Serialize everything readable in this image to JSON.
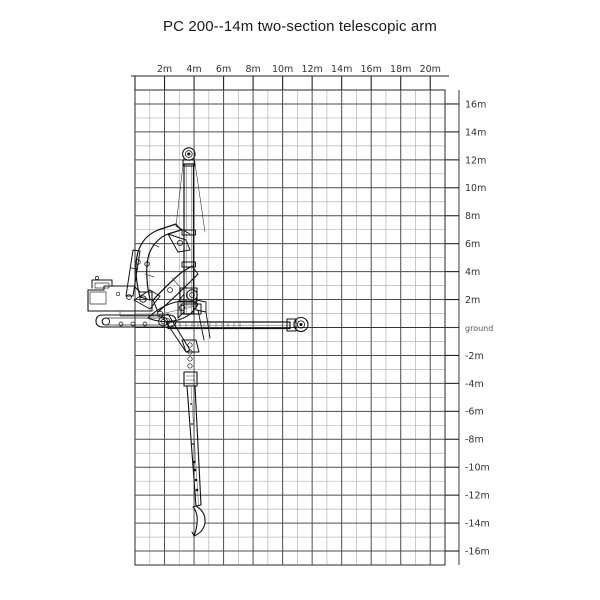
{
  "page": {
    "title": "PC 200--14m two-section telescopic arm",
    "background": "#ffffff"
  },
  "chart_data": {
    "type": "diagram",
    "title": "PC 200--14m two-section telescopic arm",
    "subject": "excavator working range envelope",
    "xlabel": "",
    "ylabel": "",
    "xlim": [
      0,
      21
    ],
    "ylim": [
      -17,
      17
    ],
    "grid": true,
    "grid_major_step_m": 2,
    "grid_minor_step_m": 1,
    "x_axis_position": "top",
    "y_axis_position": "right",
    "x_ticks": [
      2,
      4,
      6,
      8,
      10,
      12,
      14,
      16,
      18,
      20
    ],
    "x_tick_labels": [
      "2m",
      "4m",
      "6m",
      "8m",
      "10m",
      "12m",
      "14m",
      "16m",
      "18m",
      "20m"
    ],
    "y_ticks": [
      16,
      14,
      12,
      10,
      8,
      6,
      4,
      2,
      0,
      -2,
      -4,
      -6,
      -8,
      -10,
      -12,
      -14,
      -16
    ],
    "y_tick_labels": [
      "16m",
      "14m",
      "12m",
      "10m",
      "8m",
      "6m",
      "4m",
      "2m",
      "ground",
      "-2m",
      "-4m",
      "-6m",
      "-8m",
      "-10m",
      "-12m",
      "-14m",
      "-16m"
    ],
    "ground_label": "ground",
    "ground_level_m": 0,
    "machine": {
      "model": "PC 200",
      "arm_type": "two-section telescopic arm",
      "arm_length_m": 14,
      "mast_top_height_m": 12,
      "max_dig_depth_m": -13,
      "horizontal_reach_m": 10.5
    },
    "colors": {
      "grid_major": "#4d4d4d",
      "grid_minor": "#b3b3b3",
      "outline": "#111111",
      "text": "#333333"
    }
  },
  "axis": {
    "top": {
      "labels": [
        "2m",
        "4m",
        "6m",
        "8m",
        "10m",
        "12m",
        "14m",
        "16m",
        "18m",
        "20m"
      ],
      "values": [
        2,
        4,
        6,
        8,
        10,
        12,
        14,
        16,
        18,
        20
      ]
    },
    "right": {
      "labels": [
        "16m",
        "14m",
        "12m",
        "10m",
        "8m",
        "6m",
        "4m",
        "2m",
        "ground",
        "-2m",
        "-4m",
        "-6m",
        "-8m",
        "-10m",
        "-12m",
        "-14m",
        "-16m"
      ],
      "values": [
        16,
        14,
        12,
        10,
        8,
        6,
        4,
        2,
        0,
        -2,
        -4,
        -6,
        -8,
        -10,
        -12,
        -14,
        -16
      ]
    }
  }
}
